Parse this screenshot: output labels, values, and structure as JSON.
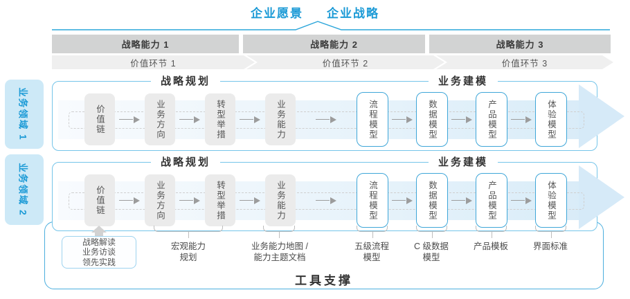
{
  "header": {
    "vision": "企业愿景",
    "strategy": "企业战略"
  },
  "capabilities": [
    "战略能力 1",
    "战略能力 2",
    "战略能力 3"
  ],
  "value_links": [
    "价值环节 1",
    "价值环节 2",
    "价值环节 3"
  ],
  "domains": [
    "业务领域 1",
    "业务领域 2"
  ],
  "rows": {
    "planning_header": "战略规划",
    "modeling_header": "业务建模",
    "gray_boxes": [
      "价值链",
      "业务方向",
      "转型举措",
      "业务能力"
    ],
    "blue_boxes": [
      "流程模型",
      "数据模型",
      "产品模型",
      "体验模型"
    ]
  },
  "inputs_box": {
    "lines": [
      "战略解读",
      "业务访谈",
      "领先实践"
    ]
  },
  "deliverables": [
    {
      "lines": [
        "宏观能力",
        "规划"
      ]
    },
    {
      "lines": [
        "业务能力地图 /",
        "能力主题文档"
      ]
    },
    {
      "lines": [
        "五级流程",
        "模型"
      ]
    },
    {
      "lines": [
        "C 级数据",
        "模型"
      ]
    },
    {
      "lines": [
        "产品模板"
      ]
    },
    {
      "lines": [
        "界面标准"
      ]
    }
  ],
  "footer": {
    "label": "工具支撑"
  },
  "colors": {
    "accent_blue": "#1b9ad6",
    "row_border_blue": "#74c4e9",
    "box_border_blue": "#3ea6d8",
    "tab_bg": "#cde9f7",
    "band_gray": "#d2d3d3",
    "chevron_gray": "#efefef",
    "box_gray": "#ebebeb",
    "flow_arrow_blue": "#d6eaf8"
  }
}
